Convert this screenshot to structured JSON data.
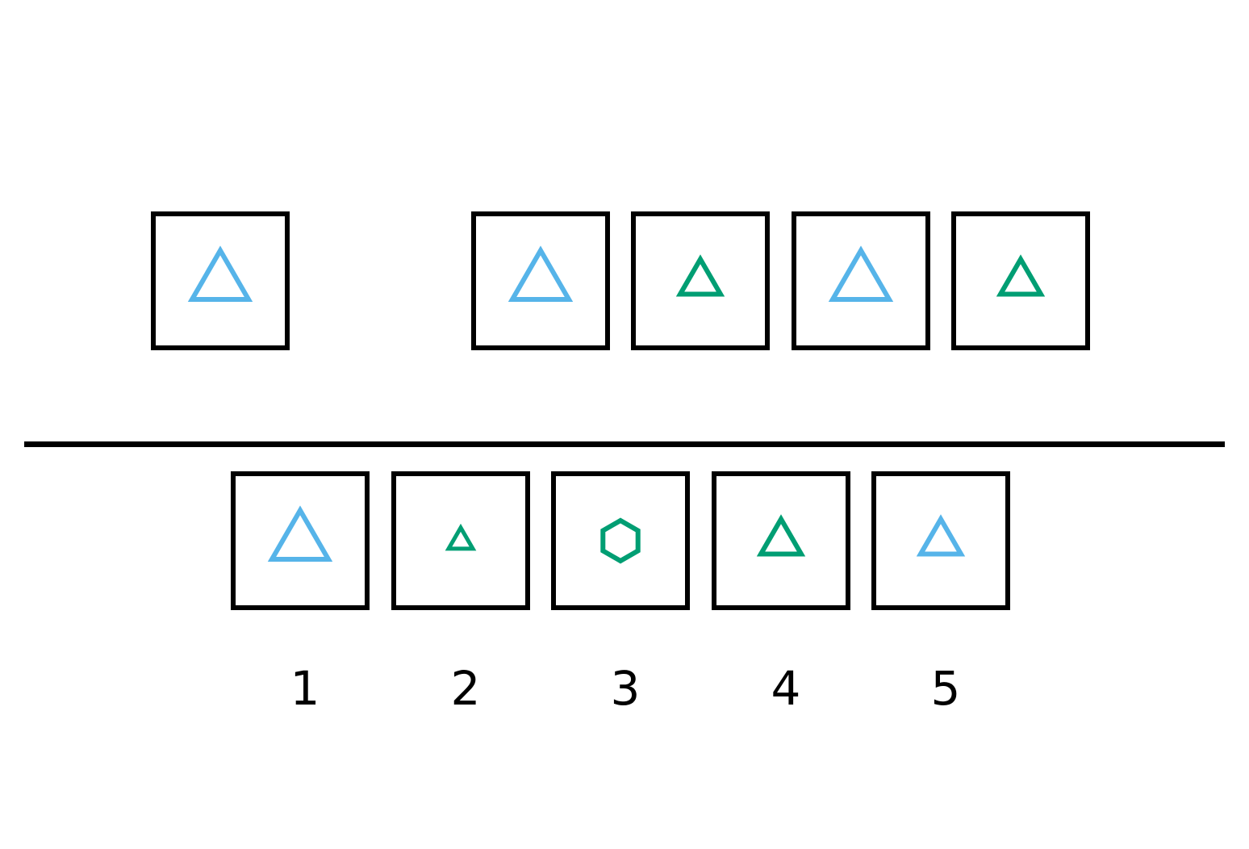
{
  "colors": {
    "blue": "#56b4e9",
    "green": "#009e73",
    "border": "#000000"
  },
  "sequence": [
    {
      "shape": "triangle",
      "color": "blue",
      "size": "large"
    },
    {
      "blank": true
    },
    {
      "shape": "triangle",
      "color": "blue",
      "size": "large"
    },
    {
      "shape": "triangle",
      "color": "green",
      "size": "medium"
    },
    {
      "shape": "triangle",
      "color": "blue",
      "size": "large"
    },
    {
      "shape": "triangle",
      "color": "green",
      "size": "medium"
    }
  ],
  "options": [
    {
      "label": "1",
      "shape": "triangle",
      "color": "blue",
      "size": "large"
    },
    {
      "label": "2",
      "shape": "triangle",
      "color": "green",
      "size": "small"
    },
    {
      "label": "3",
      "shape": "hexagon",
      "color": "green",
      "size": "medium"
    },
    {
      "label": "4",
      "shape": "triangle",
      "color": "green",
      "size": "medium"
    },
    {
      "label": "5",
      "shape": "triangle",
      "color": "blue",
      "size": "medium"
    }
  ]
}
